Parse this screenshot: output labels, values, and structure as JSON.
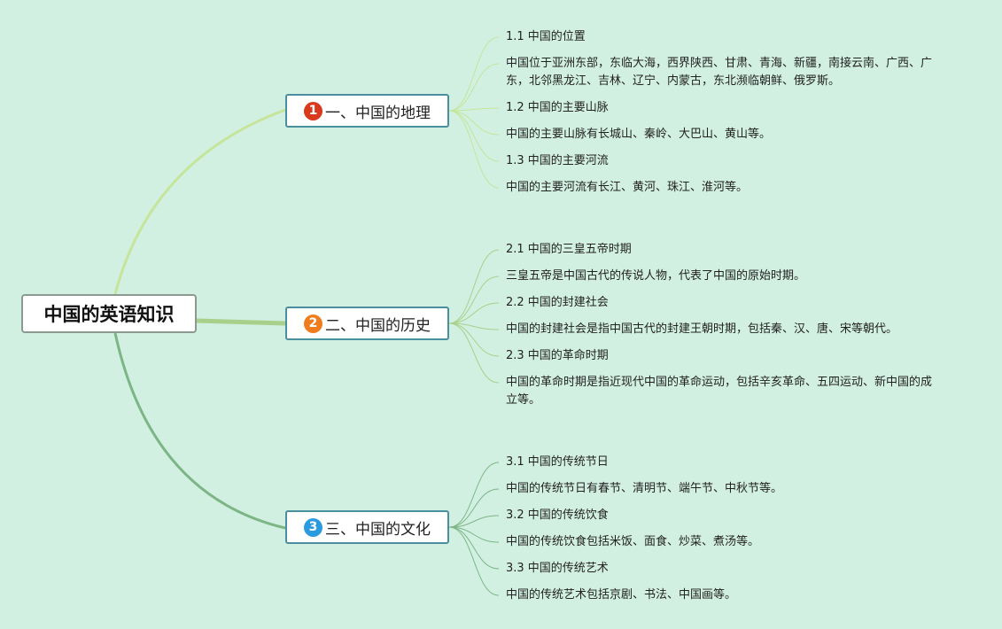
{
  "colors": {
    "background": "#d2f0e1",
    "branch_border": "#4a8f9f",
    "badge_1": "#d93a1d",
    "badge_2": "#ef7d1e",
    "badge_3": "#2b9be0",
    "line_branch_1": "#c4e59a",
    "line_branch_2": "#a9d08a",
    "line_branch_3": "#7cb686"
  },
  "root": {
    "title": "中国的英语知识"
  },
  "branches": [
    {
      "badge": "1",
      "title": "一、中国的地理",
      "leaves": [
        "1.1 中国的位置",
        "中国位于亚洲东部，东临大海，西界陕西、甘肃、青海、新疆，南接云南、广西、广东，北邻黑龙江、吉林、辽宁、内蒙古，东北濒临朝鲜、俄罗斯。",
        "1.2 中国的主要山脉",
        "中国的主要山脉有长城山、秦岭、大巴山、黄山等。",
        "1.3 中国的主要河流",
        "中国的主要河流有长江、黄河、珠江、淮河等。"
      ]
    },
    {
      "badge": "2",
      "title": "二、中国的历史",
      "leaves": [
        "2.1 中国的三皇五帝时期",
        "三皇五帝是中国古代的传说人物，代表了中国的原始时期。",
        "2.2 中国的封建社会",
        "中国的封建社会是指中国古代的封建王朝时期，包括秦、汉、唐、宋等朝代。",
        "2.3 中国的革命时期",
        "中国的革命时期是指近现代中国的革命运动，包括辛亥革命、五四运动、新中国的成立等。"
      ]
    },
    {
      "badge": "3",
      "title": "三、中国的文化",
      "leaves": [
        "3.1 中国的传统节日",
        "中国的传统节日有春节、清明节、端午节、中秋节等。",
        "3.2 中国的传统饮食",
        "中国的传统饮食包括米饭、面食、炒菜、煮汤等。",
        "3.3 中国的传统艺术",
        "中国的传统艺术包括京剧、书法、中国画等。"
      ]
    }
  ]
}
